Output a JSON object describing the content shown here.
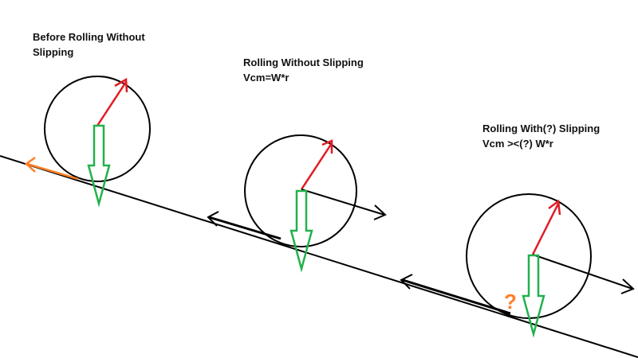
{
  "labels": {
    "before": {
      "line1": "Before Rolling Without",
      "line2": "Slipping"
    },
    "without": {
      "line1": "Rolling Without Slipping",
      "line2": "Vcm=W*r"
    },
    "with": {
      "line1": "Rolling With(?) Slipping",
      "line2": "Vcm ><(?) W*r"
    }
  },
  "question_mark": "?",
  "colors": {
    "background": "#ffffff",
    "line": "#000000",
    "red_arrow": "#e31b23",
    "green_arrow": "#22b14c",
    "orange": "#ff7f27"
  }
}
